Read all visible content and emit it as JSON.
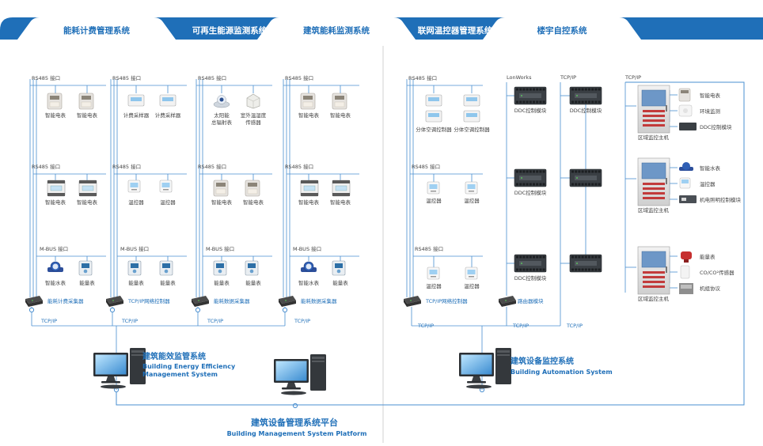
{
  "tabs": [
    {
      "label": "能耗计费管理系统",
      "active": true
    },
    {
      "label": "可再生能源监测系统",
      "active": false
    },
    {
      "label": "建筑能耗监测系统",
      "active": true
    },
    {
      "label": "联网温控器管理系统",
      "active": false
    },
    {
      "label": "楼宇自控系统",
      "active": true
    }
  ],
  "buses": {
    "rs485": "RS485 接口",
    "mbus": "M-BUS 接口",
    "tcpip": "TCP/IP",
    "lonworks": "LonWorks"
  },
  "left_columns": [
    {
      "row1": [
        "智能电表",
        "智能电表"
      ],
      "row2": [
        "智能电表",
        "智能电表"
      ],
      "row3": [
        "智能水表",
        "能量表"
      ],
      "gateway": "能耗计费采集器"
    },
    {
      "row1": [
        "计费采样器",
        "计费采样器"
      ],
      "row2": [
        "温控器",
        "温控器"
      ],
      "row3": [
        "能量表",
        "能量表"
      ],
      "gateway": "TCP/IP网络控制器"
    },
    {
      "row1": [
        "太阳能\n总辐射表",
        "室外温湿度\n传感器"
      ],
      "row2": [
        "智能电表",
        "智能电表"
      ],
      "row3": [
        "能量表",
        "能量表"
      ],
      "gateway": "能耗数据采集器"
    },
    {
      "row1": [
        "智能电表",
        "智能电表"
      ],
      "row2": [
        "智能电表",
        "智能电表"
      ],
      "row3": [
        "智能水表",
        "能量表"
      ],
      "gateway": "能耗数据采集器"
    }
  ],
  "thermostat_column": {
    "row1": [
      "分体空调控制器",
      "分体空调控制器"
    ],
    "row2": [
      "温控器",
      "温控器"
    ],
    "row3": [
      "温控器",
      "温控器"
    ],
    "gateway": "TCP/IP网络控制器"
  },
  "ddc": {
    "module": "DDC控制模块",
    "router": "路由器模块"
  },
  "area_hosts": [
    {
      "label": "区域监控主机",
      "devices": [
        "智能电表",
        "环境监测",
        "DDC控制模块"
      ]
    },
    {
      "label": "区域监控主机",
      "devices": [
        "智能水表",
        "温控器",
        "机电照明控制模块"
      ]
    },
    {
      "label": "区域监控主机",
      "devices": [
        "能量表",
        "CO/CO²传感器",
        "机组协议"
      ]
    }
  ],
  "systems": {
    "left_cn": "建筑能效监管系统",
    "left_en1": "Building Energy Efficiency",
    "left_en2": "Management System",
    "right_cn": "建筑设备监控系统",
    "right_en": "Building Automation System",
    "platform_cn": "建筑设备管理系统平台",
    "platform_en": "Building Management  System Platform"
  },
  "colors": {
    "brand": "#1f6fb8",
    "line": "#4a8fd0",
    "tabbar": "#1f6fb8"
  }
}
